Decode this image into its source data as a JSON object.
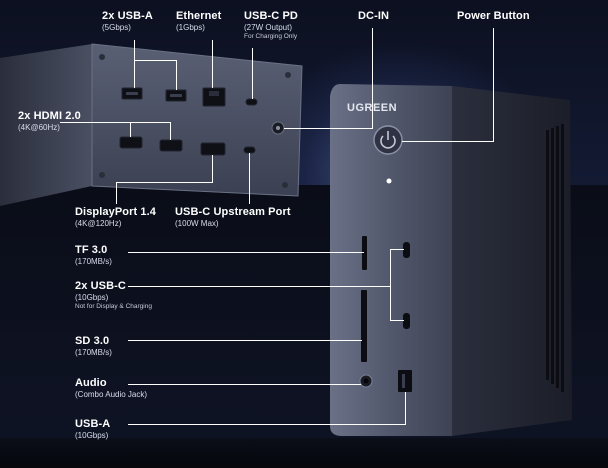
{
  "brand": "UGREEN",
  "colors": {
    "background": "#131a33",
    "device_body": "#4a5064",
    "text": "#ffffff"
  },
  "labels": {
    "usb_a_back": {
      "title": "2x USB-A",
      "sub": "(5Gbps)"
    },
    "ethernet": {
      "title": "Ethernet",
      "sub": "(1Gbps)"
    },
    "usbc_pd": {
      "title": "USB-C PD",
      "sub": "(27W Output)",
      "note": "For Charging Only"
    },
    "dc_in": {
      "title": "DC-IN"
    },
    "power_button": {
      "title": "Power Button"
    },
    "hdmi": {
      "title": "2x HDMI 2.0",
      "sub": "(4K@60Hz)"
    },
    "displayport": {
      "title": "DisplayPort 1.4",
      "sub": "(4K@120Hz)"
    },
    "usbc_upstream": {
      "title": "USB-C Upstream Port",
      "sub": "(100W Max)"
    },
    "tf": {
      "title": "TF 3.0",
      "sub": "(170MB/s)"
    },
    "usbc_front": {
      "title": "2x USB-C",
      "sub": "(10Gbps)",
      "note": "Not for Display & Charging"
    },
    "sd": {
      "title": "SD 3.0",
      "sub": "(170MB/s)"
    },
    "audio": {
      "title": "Audio",
      "sub": "(Combo Audio Jack)"
    },
    "usba_front": {
      "title": "USB-A",
      "sub": "(10Gbps)"
    }
  }
}
